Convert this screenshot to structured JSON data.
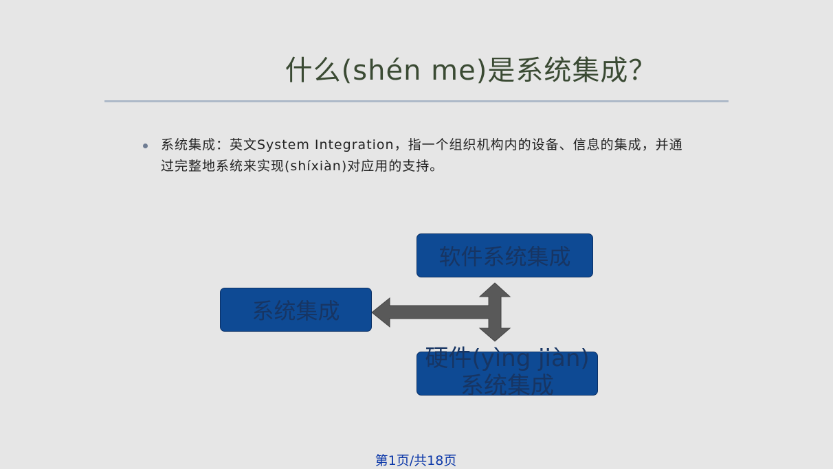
{
  "slide": {
    "title": "什么(shén me)是系统集成？",
    "bullet": "系统集成：英文System Integration，指一个组织机构内的设备、信息的集成，并通过完整地系统来实现(shíxiàn)对应用的支持。"
  },
  "diagram": {
    "nodes": {
      "main": "系统集成",
      "software": "软件系统集成",
      "hardware": "硬件(yìng jiàn)系统集成"
    }
  },
  "footer": {
    "page": "第1页/共18页"
  },
  "colors": {
    "box_fill": "#0e4a94",
    "box_text": "#173563",
    "arrow": "#595959",
    "title": "#3a4a33",
    "footer": "#0b37a8"
  }
}
